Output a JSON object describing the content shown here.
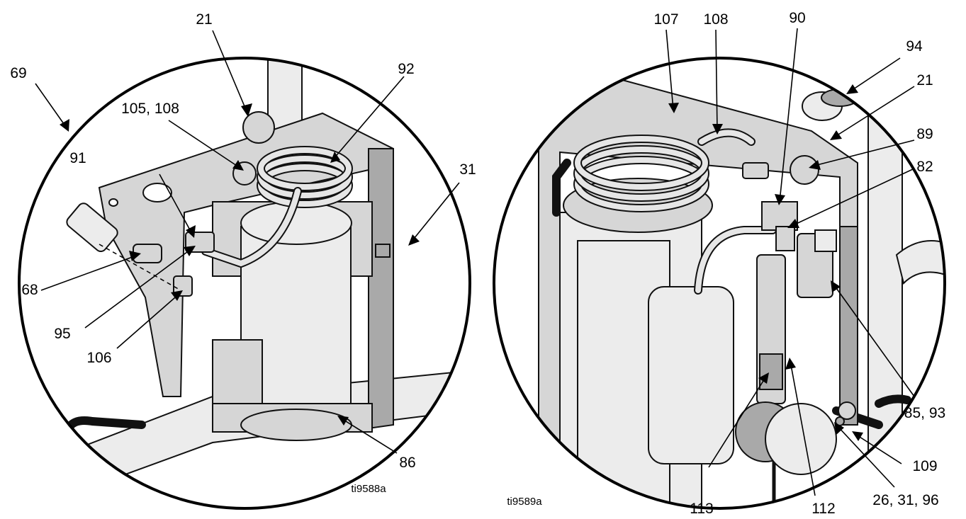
{
  "figures": [
    {
      "id_label": "ti9588a",
      "callouts": [
        "21",
        "69",
        "92",
        "105, 108",
        "91",
        "31",
        "68",
        "95",
        "106",
        "86"
      ]
    },
    {
      "id_label": "ti9589a",
      "callouts": [
        "107",
        "108",
        "90",
        "94",
        "21",
        "89",
        "82",
        "85, 93",
        "109",
        "26, 31, 96",
        "112",
        "113"
      ]
    }
  ]
}
